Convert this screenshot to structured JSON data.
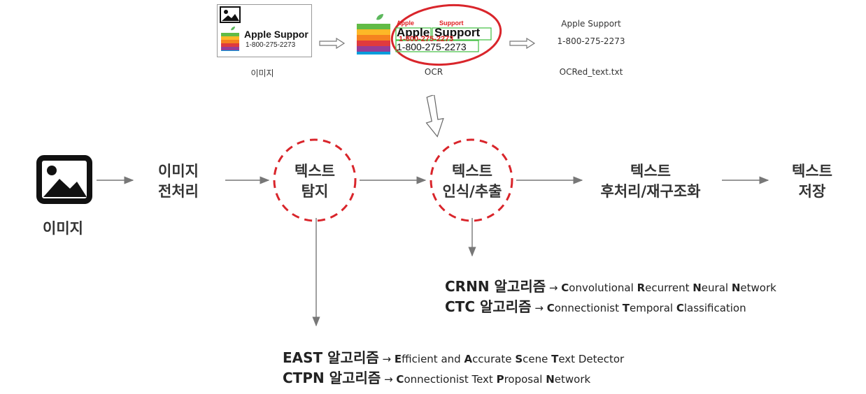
{
  "top_row": {
    "image_card": {
      "title": "Apple Suppor",
      "phone": "1-800-275-2273"
    },
    "image_caption": "이미지",
    "ocr": {
      "small_words": [
        "Apple",
        "Support"
      ],
      "big_words": [
        "Apple",
        "Support"
      ],
      "strike_text": "1-800-275-2273",
      "phone": "1-800-275-2273"
    },
    "ocr_caption": "OCR",
    "text_output": {
      "title": "Apple Support",
      "phone": "1-800-275-2273"
    },
    "text_caption": "OCRed_text.txt"
  },
  "pipeline": {
    "image_label": "이미지",
    "preprocess": {
      "line1": "이미지",
      "line2": "전처리"
    },
    "detect": {
      "line1": "텍스트",
      "line2": "탐지"
    },
    "recognize": {
      "line1": "텍스트",
      "line2": "인식/추출"
    },
    "postprocess": {
      "line1": "텍스트",
      "line2": "후처리/재구조화"
    },
    "save": {
      "line1": "텍스트",
      "line2": "저장"
    }
  },
  "recognition_algorithms": [
    {
      "name": "CRNN 알고리즘",
      "arrow": "→",
      "parts": [
        {
          "c": "C",
          "r": "onvolutional "
        },
        {
          "c": "R",
          "r": "ecurrent "
        },
        {
          "c": "N",
          "r": "eural "
        },
        {
          "c": "N",
          "r": "etwork"
        }
      ]
    },
    {
      "name": "CTC 알고리즘",
      "arrow": "→",
      "parts": [
        {
          "c": "C",
          "r": "onnectionist "
        },
        {
          "c": "T",
          "r": "emporal "
        },
        {
          "c": "C",
          "r": "lassification"
        }
      ]
    }
  ],
  "detection_algorithms": [
    {
      "name": "EAST 알고리즘",
      "arrow": "→",
      "parts": [
        {
          "c": "E",
          "r": "fficient and "
        },
        {
          "c": "A",
          "r": "ccurate "
        },
        {
          "c": "S",
          "r": "cene "
        },
        {
          "c": "T",
          "r": "ext Detector"
        }
      ]
    },
    {
      "name": "CTPN 알고리즘",
      "arrow": "→",
      "parts": [
        {
          "c": "C",
          "r": "onnectionist "
        },
        {
          "c": "",
          "r": "Text "
        },
        {
          "c": "P",
          "r": "roposal "
        },
        {
          "c": "N",
          "r": "etwork"
        }
      ]
    }
  ],
  "colors": {
    "circle": "#d9252b",
    "arrow": "#777777",
    "ocr_red": "#e02020",
    "ocr_green": "#3fbf3f"
  },
  "icons": [
    "image-icon",
    "apple-logo-icon",
    "arrow-right-icon",
    "arrow-down-icon"
  ]
}
